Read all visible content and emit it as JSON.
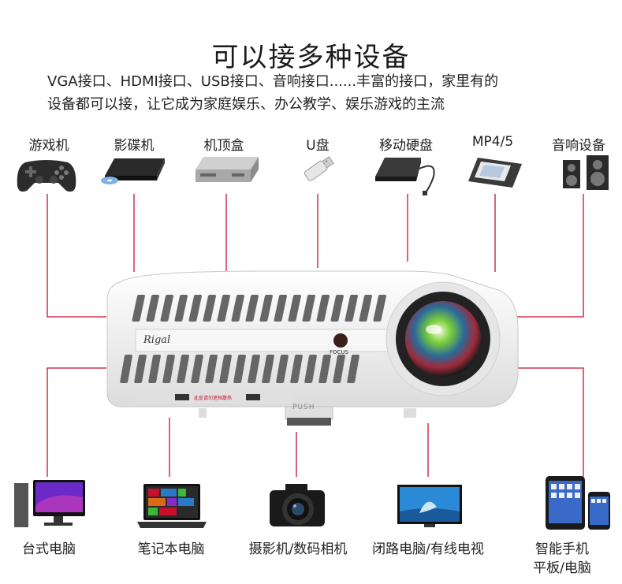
{
  "title": "可以接多种设备",
  "intro": {
    "line1": "VGA接口、HDMI接口、USB接口、音响接口......丰富的接口，家里有的",
    "line2": "设备都可以接，让它成为家庭娱乐、办公教学、娱乐游戏的主流"
  },
  "top_devices": [
    {
      "label": "游戏机",
      "icon": "gamepad-icon"
    },
    {
      "label": "影碟机",
      "icon": "dvd-player-icon"
    },
    {
      "label": "机顶盒",
      "icon": "set-top-box-icon"
    },
    {
      "label": "U盘",
      "icon": "usb-drive-icon"
    },
    {
      "label": "移动硬盘",
      "icon": "external-hdd-icon"
    },
    {
      "label": "MP4/5",
      "icon": "media-player-icon"
    },
    {
      "label": "音响设备",
      "icon": "speakers-icon"
    }
  ],
  "bottom_devices": [
    {
      "label": "台式电脑",
      "icon": "desktop-computer-icon"
    },
    {
      "label": "笔记本电脑",
      "icon": "laptop-icon"
    },
    {
      "label": "摄影机/数码相机",
      "icon": "camera-icon"
    },
    {
      "label": "闭路电脑/有线电视",
      "icon": "tv-icon"
    },
    {
      "label": "智能手机",
      "label2": "平板/电脑",
      "icon": "tablet-phone-icon"
    }
  ],
  "projector": {
    "brand": "Rigal",
    "focus_label": "FOCUS",
    "push_label": "PUSH",
    "warning_text": "此处请勿遮挡散热",
    "icon": "projector-icon"
  },
  "colors": {
    "connector_line": "#c8102e",
    "projector_body": "#f4f4f4"
  }
}
